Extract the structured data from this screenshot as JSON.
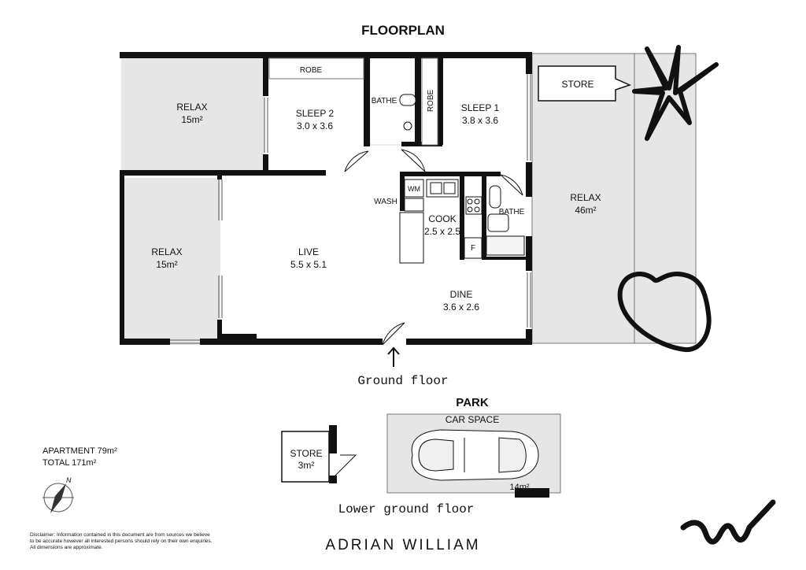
{
  "title": "FLOORPLAN",
  "rooms": {
    "relax_top_left": {
      "name": "RELAX",
      "size": "15m²"
    },
    "robe_top": {
      "name": "ROBE"
    },
    "sleep2": {
      "name": "SLEEP 2",
      "size": "3.0 x 3.6"
    },
    "bathe_top": {
      "name": "BATHE"
    },
    "robe_side": {
      "name": "ROBE"
    },
    "sleep1": {
      "name": "SLEEP 1",
      "size": "3.8 x 3.6"
    },
    "store_top": {
      "name": "STORE"
    },
    "relax_right": {
      "name": "RELAX",
      "size": "46m²"
    },
    "relax_bottom_left": {
      "name": "RELAX",
      "size": "15m²"
    },
    "live": {
      "name": "LIVE",
      "size": "5.5 x 5.1"
    },
    "wash": {
      "name": "WASH"
    },
    "wm": {
      "name": "WM"
    },
    "cook": {
      "name": "COOK",
      "size": "2.5 x 2.5"
    },
    "fridge": {
      "name": "F"
    },
    "bathe_mid": {
      "name": "BATHE"
    },
    "dine": {
      "name": "DINE",
      "size": "3.6 x 2.6"
    },
    "store_lower": {
      "name": "STORE",
      "size": "3m²"
    },
    "car_space": {
      "name": "CAR SPACE",
      "size": "14m²"
    }
  },
  "labels": {
    "ground_floor": "Ground floor",
    "park": "PARK",
    "lower_ground_floor": "Lower ground floor",
    "apartment_area": "APARTMENT 79m²",
    "total_area": "TOTAL 171m²",
    "north": "N"
  },
  "disclaimer": [
    "Disclaimer: Information contained in this document are from sources we believe",
    "to be accurate however all interested persons should rely on their own enquiries.",
    "All dimensions are approximate."
  ],
  "brand": "ADRIAN WILLIAM",
  "colors": {
    "wall": "#111111",
    "outdoor_fill": "#e6e6e6",
    "indoor_fill": "#ffffff",
    "line": "#777777"
  },
  "icons": [
    "star-doodle-icon",
    "heart-doodle-icon",
    "squiggle-doodle-icon",
    "compass-icon",
    "car-icon"
  ]
}
